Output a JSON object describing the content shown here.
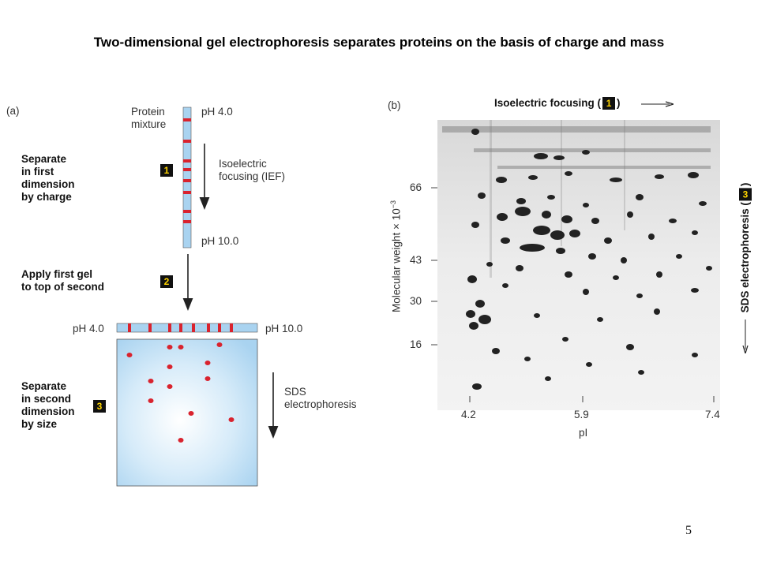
{
  "title": "Two-dimensional gel electrophoresis separates proteins on the basis of charge and mass",
  "page_number": "5",
  "panel_a": {
    "label": "(a)",
    "protein_mixture": "Protein\nmixture",
    "ph_top": "pH 4.0",
    "ph_bottom": "pH 10.0",
    "step1_text": "Separate\nin first\ndimension\nby charge",
    "step1_num": "1",
    "ief_label": "Isoelectric\nfocusing (IEF)",
    "step2_text": "Apply first gel\nto top of second",
    "step2_num": "2",
    "gel_left_ph": "pH 4.0",
    "gel_right_ph": "pH 10.0",
    "step3_text": "Separate\nin second\ndimension\nby size",
    "step3_num": "3",
    "sds_label": "SDS\nelectrophoresis",
    "colors": {
      "gel_blue": "#a9d3f0",
      "band_red": "#d9232e"
    }
  },
  "panel_b": {
    "label": "(b)",
    "top_label": "Isoelectric focusing (",
    "top_step": "1",
    "side_label": "SDS electrophoresis (",
    "side_step": "3",
    "y_axis_label": "Molecular weight × 10",
    "y_axis_exp": "−3",
    "y_ticks": [
      "66",
      "43",
      "30",
      "16"
    ],
    "x_ticks": [
      "4.2",
      "5.9",
      "7.4"
    ],
    "x_axis_label": "pI"
  }
}
